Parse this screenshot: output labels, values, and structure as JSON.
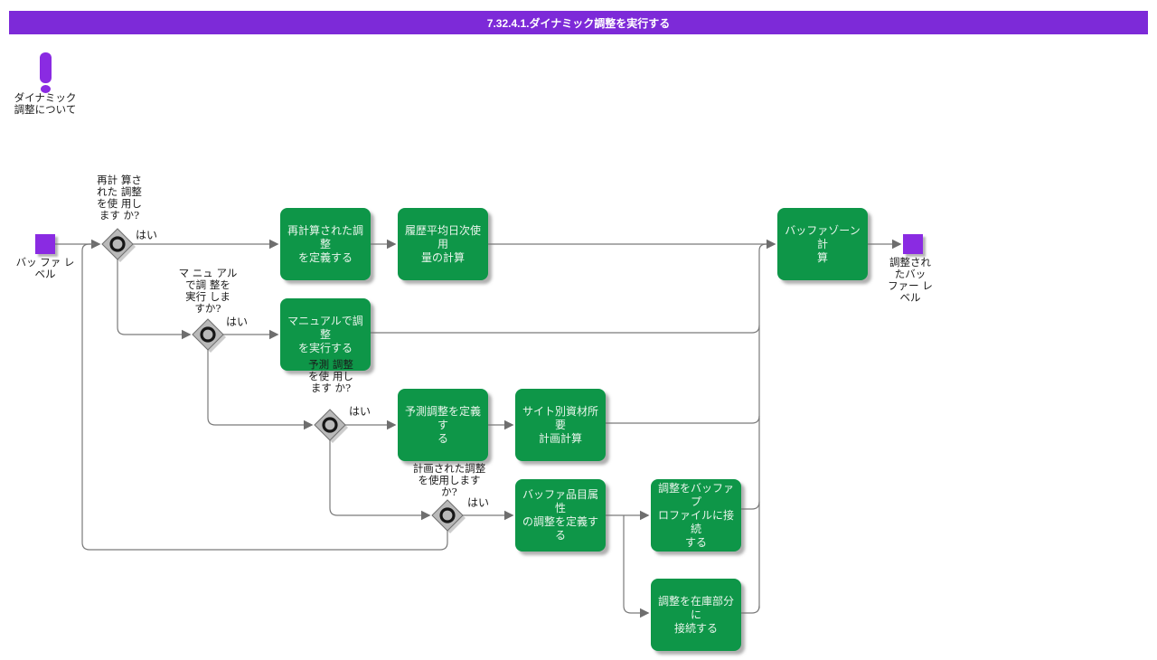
{
  "header": {
    "title": "7.32.4.1.ダイナミック調整を実行する"
  },
  "note": {
    "label": "ダイナミック\n調整について"
  },
  "start_event": {
    "label": "バッ ファ レ\nベル"
  },
  "end_event": {
    "label": "調整され\nたバッ\nファー レ\nベル"
  },
  "gateways": [
    {
      "id": "use-recalculated-adjustments",
      "question": "再計 算さ\nれた 調整\nを使 用し\nます か?",
      "yes_label": "はい"
    },
    {
      "id": "execute-manual-adjustments",
      "question": "マ ニュ アル\nで調 整を\n実行 しま\nすか?",
      "yes_label": "はい"
    },
    {
      "id": "use-forecast-adjustments",
      "question": "予測 調整\nを使 用し\nます か?",
      "yes_label": "はい"
    },
    {
      "id": "use-planned-adjustments",
      "question": "計画された調整\nを使用します\nか?",
      "yes_label": "はい"
    }
  ],
  "tasks": [
    {
      "id": "define-recalculated-adjustments",
      "label": "再計算された調整\nを定義する"
    },
    {
      "id": "calc-historical-average-daily-usage",
      "label": "履歴平均日次使用\n量の計算"
    },
    {
      "id": "execute-adjustments-manually",
      "label": "マニュアルで調整\nを実行する"
    },
    {
      "id": "define-forecast-adjustments",
      "label": "予測調整を定義す\nる"
    },
    {
      "id": "calc-site-material-requirements",
      "label": "サイト別資材所要\n計画計算"
    },
    {
      "id": "define-buffer-item-attribute-adjustments",
      "label": "バッファ品目属性\nの調整を定義する"
    },
    {
      "id": "connect-adjustment-to-buffer-profile",
      "label": "調整をバッファ プ\nロファイルに接続\nする"
    },
    {
      "id": "connect-adjustment-to-inventory-part",
      "label": "調整を在庫部分に\n接続する"
    },
    {
      "id": "calc-buffer-zones",
      "label": "バッファゾーン計\n算"
    }
  ],
  "colors": {
    "header-purple": "#7d2ad8",
    "event-purple": "#8a2be2",
    "task-green": "#0e9648",
    "line-gray": "#7a7a7a"
  }
}
